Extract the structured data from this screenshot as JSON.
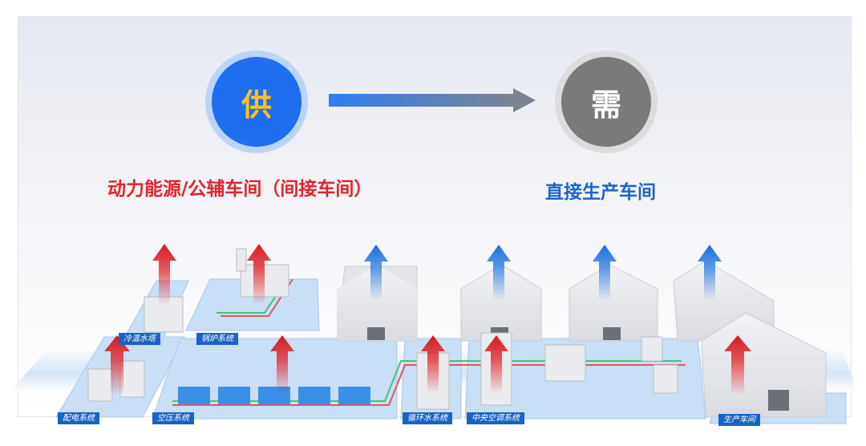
{
  "supply": {
    "glyph": "供",
    "label": "动力能源/公辅车间（间接车间）",
    "color": "#1f6ef0",
    "glyph_color": "#ffc21a",
    "label_color": "#e0252b"
  },
  "demand": {
    "glyph": "需",
    "label": "直接生产车间",
    "color": "#7a7a7a",
    "label_color": "#1d64c9"
  },
  "systems": {
    "cooling_tower": "冷温水塔",
    "boiler": "锅炉系统",
    "power_distribution": "配电系统",
    "air_compressor": "空压系统",
    "circulating_water": "循环水系统",
    "central_ac": "中央空调系统",
    "production_workshop": "生产车间"
  },
  "icons": {
    "supply_arrow": "red-up-arrow-icon",
    "demand_arrow": "blue-up-arrow-icon",
    "flow_arrow": "right-arrow-icon"
  },
  "colors": {
    "supply_arrow": "#e0252b",
    "demand_arrow": "#2a7de1",
    "system_label_bg": "#1a63c4",
    "floor_tint": "#cfe2f5",
    "pipe_green": "#4cc07a",
    "pipe_red": "#e05a5a"
  }
}
